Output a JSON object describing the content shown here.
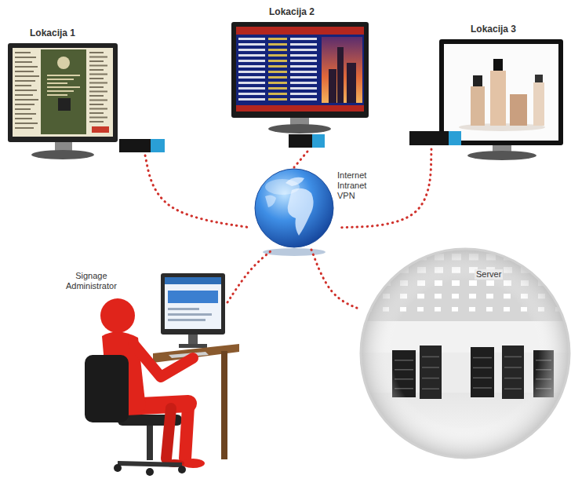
{
  "diagram": {
    "nodes": [
      {
        "text": [
          "Lokacija 1"
        ]
      },
      {
        "text": [
          "Lokacija 2"
        ]
      },
      {
        "text": [
          "Lokacija 3"
        ]
      },
      {
        "text": [
          "Internet Intranet VPN"
        ]
      },
      {
        "text": [
          "Signage Administrator"
        ]
      },
      {
        "text": [
          "Server"
        ]
      }
    ],
    "edges": [
      {
        "from": 0,
        "to": 3,
        "arrow": "none"
      },
      {
        "from": 1,
        "to": 3,
        "arrow": "none"
      },
      {
        "from": 2,
        "to": 3,
        "arrow": "none"
      },
      {
        "from": 4,
        "to": 3,
        "arrow": "none"
      },
      {
        "from": 3,
        "to": 5,
        "arrow": "none"
      }
    ]
  }
}
